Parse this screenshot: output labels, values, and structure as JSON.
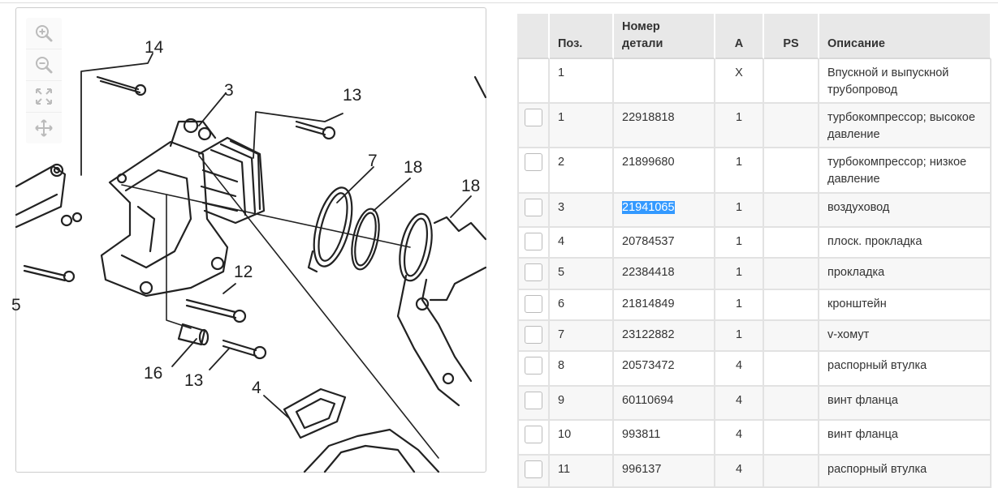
{
  "viewer": {
    "icons": [
      "zoom-in-icon",
      "zoom-out-icon",
      "fit-icon",
      "pan-icon"
    ],
    "callouts": [
      "14",
      "3",
      "13",
      "7",
      "18",
      "18",
      "12",
      "16",
      "13",
      "4",
      "5"
    ]
  },
  "table": {
    "headers": {
      "pos": "Поз.",
      "number_line1": "Номер",
      "number_line2": "детали",
      "a": "A",
      "ps": "PS",
      "description": "Описание"
    },
    "rows": [
      {
        "pos": "1",
        "number": "",
        "a": "X",
        "ps": "",
        "description": "Впускной и выпускной трубопровод",
        "checkbox": false
      },
      {
        "pos": "1",
        "number": "22918818",
        "a": "1",
        "ps": "",
        "description": "турбокомпрессор; высокое давление",
        "checkbox": true
      },
      {
        "pos": "2",
        "number": "21899680",
        "a": "1",
        "ps": "",
        "description": "турбокомпрессор; низкое давление",
        "checkbox": true
      },
      {
        "pos": "3",
        "number": "21941065",
        "a": "1",
        "ps": "",
        "description": "воздуховод",
        "checkbox": true,
        "selected": true
      },
      {
        "pos": "4",
        "number": "20784537",
        "a": "1",
        "ps": "",
        "description": "плоск. прокладка",
        "checkbox": true
      },
      {
        "pos": "5",
        "number": "22384418",
        "a": "1",
        "ps": "",
        "description": "прокладка",
        "checkbox": true
      },
      {
        "pos": "6",
        "number": "21814849",
        "a": "1",
        "ps": "",
        "description": "кронштейн",
        "checkbox": true
      },
      {
        "pos": "7",
        "number": "23122882",
        "a": "1",
        "ps": "",
        "description": "v-хомут",
        "checkbox": true
      },
      {
        "pos": "8",
        "number": "20573472",
        "a": "4",
        "ps": "",
        "description": "распорный втулка",
        "checkbox": true
      },
      {
        "pos": "9",
        "number": "60110694",
        "a": "4",
        "ps": "",
        "description": "винт фланца",
        "checkbox": true
      },
      {
        "pos": "10",
        "number": "993811",
        "a": "4",
        "ps": "",
        "description": "винт фланца",
        "checkbox": true
      },
      {
        "pos": "11",
        "number": "996137",
        "a": "4",
        "ps": "",
        "description": "распорный втулка",
        "checkbox": true
      }
    ]
  },
  "colors": {
    "selection": "#3399ff",
    "header_bg": "#e8e8e8",
    "alt_row_bg": "#f7f7f7"
  }
}
